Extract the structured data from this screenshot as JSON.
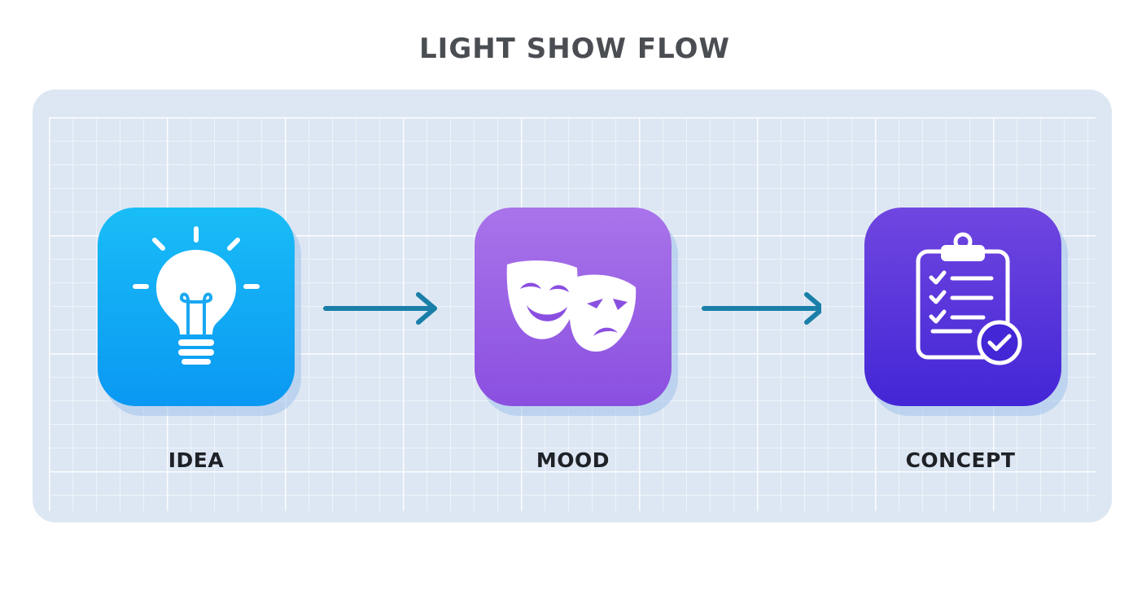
{
  "title": "LIGHT SHOW FLOW",
  "steps": [
    {
      "label": "IDEA",
      "icon": "lightbulb-icon",
      "color": "#0a98f2"
    },
    {
      "label": "MOOD",
      "icon": "theater-masks-icon",
      "color": "#8a4fe0"
    },
    {
      "label": "CONCEPT",
      "icon": "clipboard-check-icon",
      "color": "#4326d6"
    }
  ],
  "colors": {
    "arrow": "#1a7fa8",
    "panel_background": "#dde7f3",
    "title_text": "#4a4d52",
    "label_text": "#1e2126"
  }
}
